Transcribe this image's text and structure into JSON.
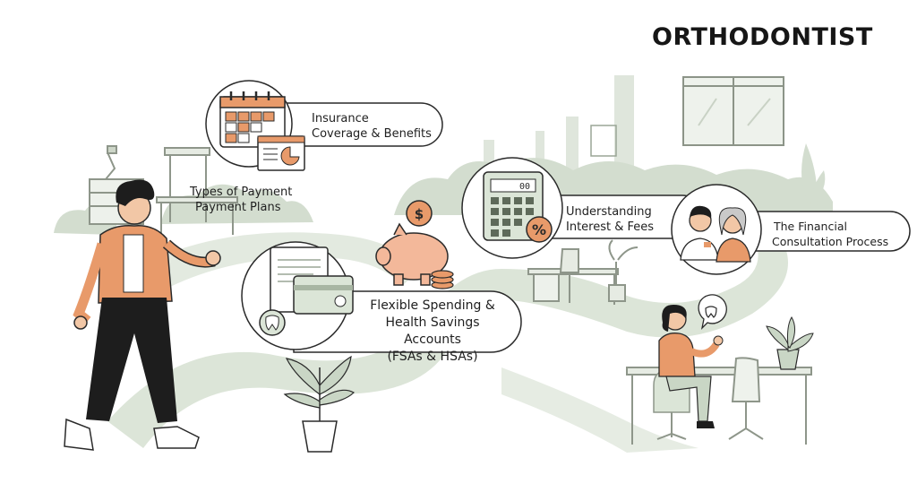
{
  "header": {
    "title": "ORTHODONTIST"
  },
  "topics": {
    "insurance": {
      "line1": "Insurance",
      "line2": "Coverage & Benefits"
    },
    "payment_plans": {
      "line1": "Types of Payment",
      "line2": "Payment Plans"
    },
    "fsa_hsa": {
      "line1": "Flexible Spending &",
      "line2": "Health Savings Accounts",
      "line3": "(FSAs & HSAs)"
    },
    "interest": {
      "line1": "Understanding",
      "line2": "Interest & Fees"
    },
    "consultation": {
      "line1": "The Financial",
      "line2": "Consultation Process"
    }
  },
  "icons": {
    "piggy_coin": "$",
    "calculator_percent": "%",
    "calculator_display": "00"
  },
  "colors": {
    "accent_orange": "#e89a6a",
    "path_green": "#d9e3d6",
    "foliage_green": "#c9d6c5",
    "ink": "#1f1f1f"
  }
}
